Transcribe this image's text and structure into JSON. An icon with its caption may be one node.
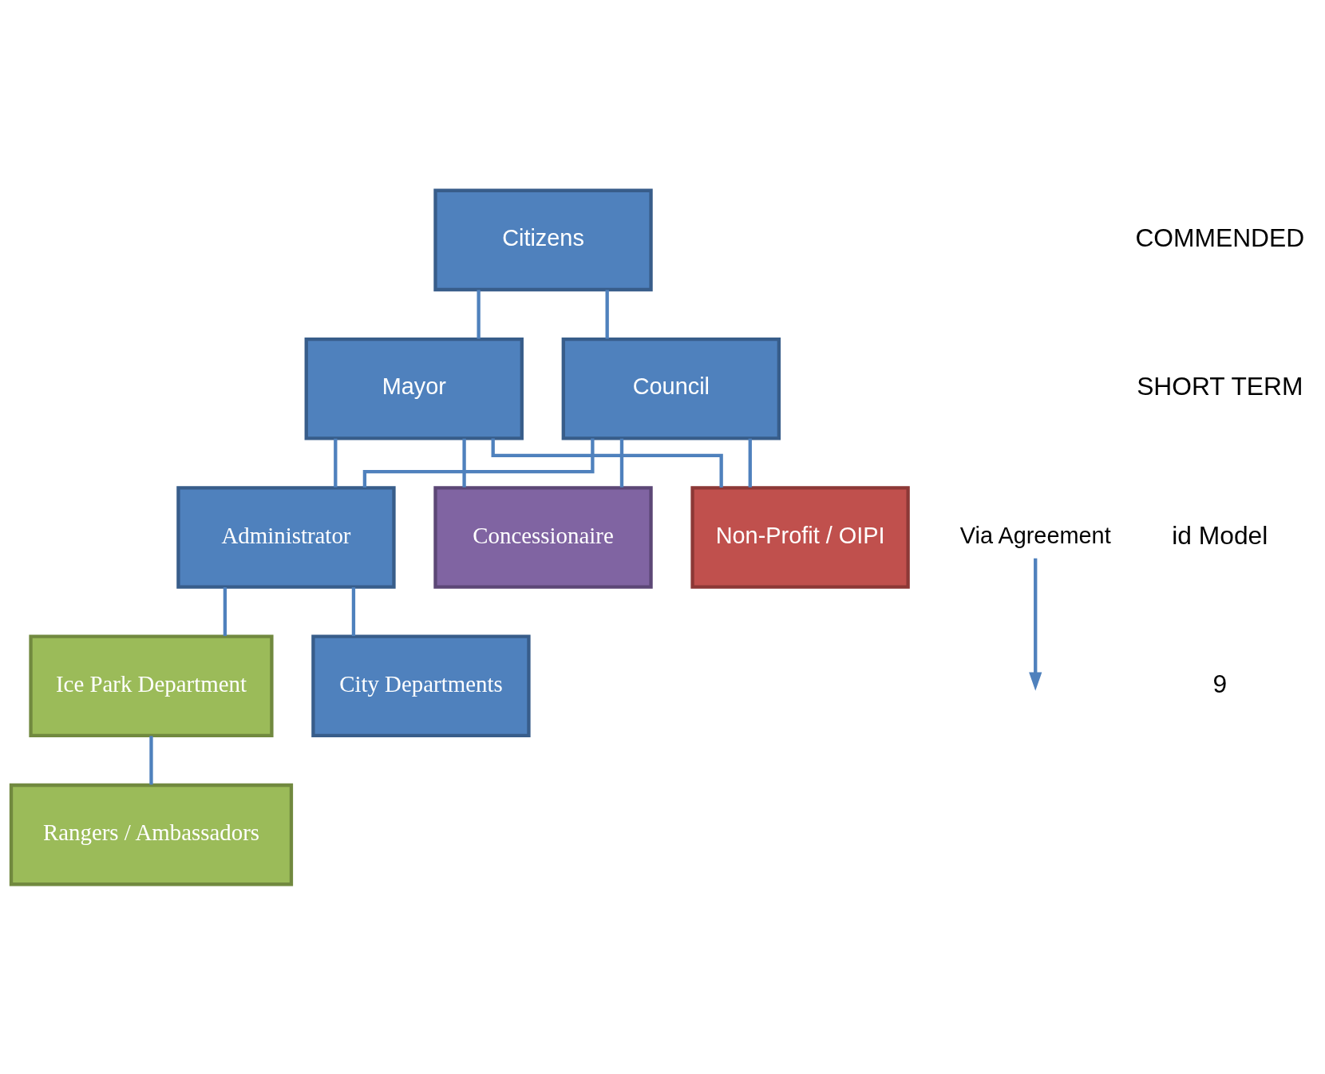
{
  "diagram": {
    "nodes": [
      {
        "text": [
          "Citizens"
        ]
      },
      {
        "text": [
          "Mayor"
        ]
      },
      {
        "text": [
          "Council"
        ]
      },
      {
        "text": [
          "Administrator"
        ]
      },
      {
        "text": [
          "Concessionaire"
        ]
      },
      {
        "text": [
          "Non-Profit / OIPI"
        ]
      },
      {
        "text": [
          "Ice Park Department"
        ]
      },
      {
        "text": [
          "City Departments"
        ]
      },
      {
        "text": [
          "Rangers / Ambassadors"
        ]
      },
      {
        "text": [
          "Via Agreement"
        ]
      }
    ],
    "edges": [
      {
        "from": 0,
        "to": 1,
        "arrow": "none"
      },
      {
        "from": 0,
        "to": 2,
        "arrow": "none"
      },
      {
        "from": 1,
        "to": 3,
        "arrow": "none"
      },
      {
        "from": 2,
        "to": 3,
        "arrow": "none"
      },
      {
        "from": 1,
        "to": 5,
        "arrow": "none"
      },
      {
        "from": 2,
        "to": 5,
        "arrow": "none"
      },
      {
        "from": 1,
        "to": 4,
        "arrow": "none"
      },
      {
        "from": 2,
        "to": 4,
        "arrow": "none"
      },
      {
        "from": 3,
        "to": 6,
        "arrow": "none"
      },
      {
        "from": 3,
        "to": 7,
        "arrow": "none"
      },
      {
        "from": 6,
        "to": 8,
        "arrow": "none"
      },
      {
        "from": 9,
        "to": null,
        "arrow": "to"
      }
    ],
    "labels": [
      "COMMENDED",
      "SHORT TERM",
      "id Model",
      "9"
    ]
  }
}
